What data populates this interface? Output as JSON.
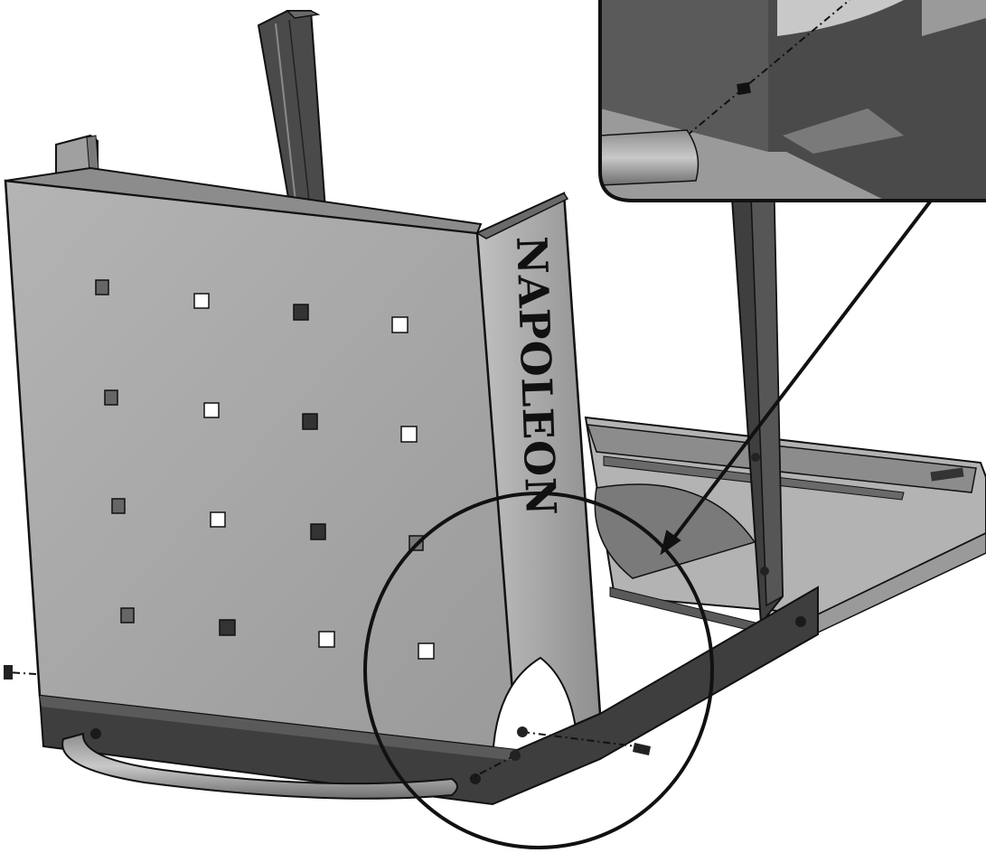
{
  "diagram": {
    "brand_label": "NAPOLEON",
    "colors": {
      "panel_face": "#a9a9a9",
      "panel_edge": "#5d5d5d",
      "dark_metal": "#3e3e3e",
      "leg": "#4a4a4a",
      "outline": "#111111",
      "background": "#ffffff"
    },
    "parts": [
      "side-panel",
      "side-flange",
      "bottom-rail",
      "rear-leg",
      "front-leg",
      "base-tray",
      "handle-bar",
      "bolts",
      "detail-callout",
      "zoom-circle",
      "leader-arrow"
    ]
  }
}
